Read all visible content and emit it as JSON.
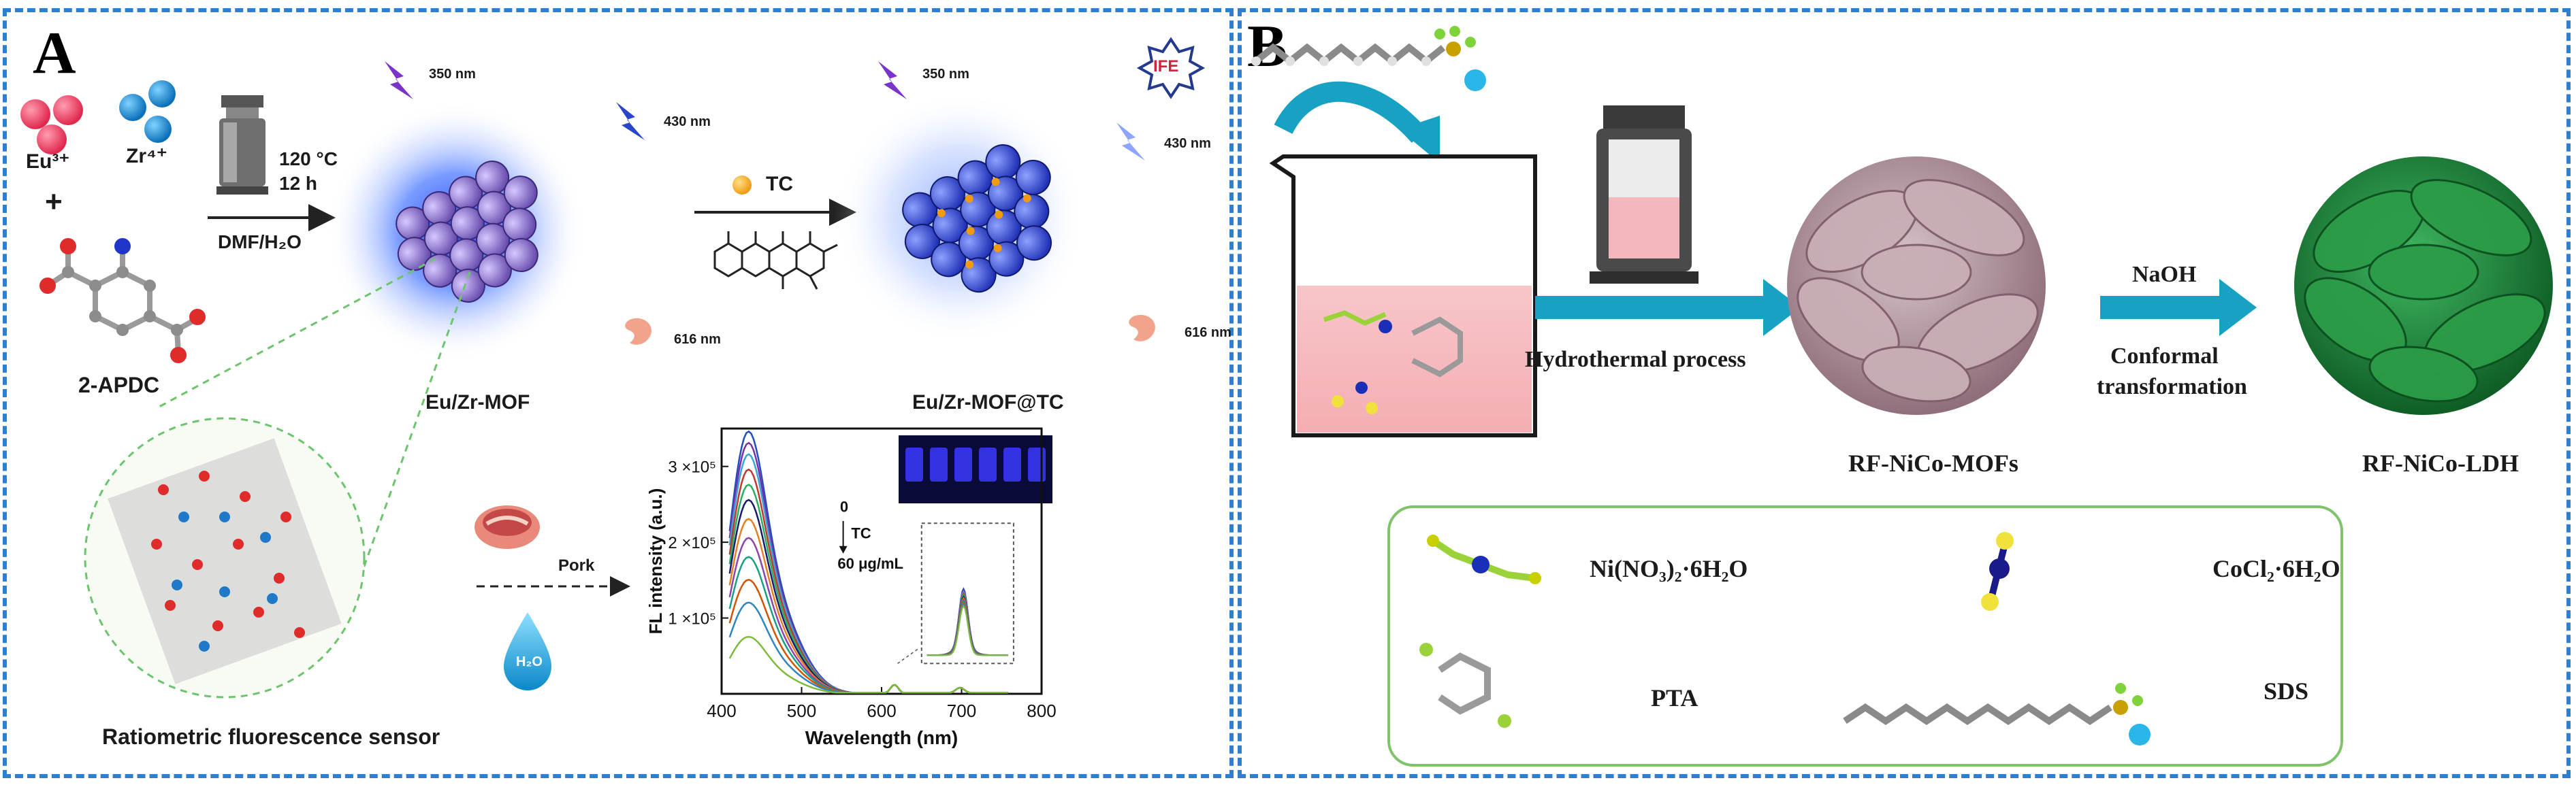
{
  "panel_a": {
    "letter": "A",
    "eu_ion": "Eu³⁺",
    "zr_ion": "Zr⁴⁺",
    "plus": "+",
    "ligand": "2-APDC",
    "temp": "120 °C",
    "time": "12 h",
    "solvent": "DMF/H₂O",
    "wl_350": "350 nm",
    "wl_430": "430 nm",
    "wl_616": "616 nm",
    "mof_label": "Eu/Zr-MOF",
    "tc_label": "TC",
    "ife_badge": "IFE",
    "mof_tc_label": "Eu/Zr-MOF@TC",
    "pork_label": "Pork",
    "water_label": "H₂O",
    "sensor_label": "Ratiometric fluorescence sensor"
  },
  "chart_data": {
    "type": "line",
    "xlabel": "Wavelength (nm)",
    "ylabel": "FL intensity (a.u.)",
    "xlim": [
      400,
      800
    ],
    "ylim": [
      0,
      350000
    ],
    "xticks": [
      "400",
      "500",
      "600",
      "700",
      "800"
    ],
    "yticks": [
      "1 ×10⁵",
      "2 ×10⁵",
      "3 ×10⁵"
    ],
    "annotation_top": "0",
    "annotation_mid": "TC",
    "annotation_bottom": "60 μg/mL",
    "series": [
      {
        "color": "#1f4fbf",
        "peak430": 345000,
        "peak616": 12000,
        "peak698": 8000
      },
      {
        "color": "#7b2fa8",
        "peak430": 330000,
        "peak616": 12000,
        "peak698": 8000
      },
      {
        "color": "#3aa6d8",
        "peak430": 315000,
        "peak616": 12000,
        "peak698": 8000
      },
      {
        "color": "#c0392b",
        "peak430": 295000,
        "peak616": 12000,
        "peak698": 8000
      },
      {
        "color": "#27ae60",
        "peak430": 275000,
        "peak616": 12000,
        "peak698": 8000
      },
      {
        "color": "#1a1a6e",
        "peak430": 255000,
        "peak616": 12000,
        "peak698": 8000
      },
      {
        "color": "#e67e22",
        "peak430": 230000,
        "peak616": 12000,
        "peak698": 8000
      },
      {
        "color": "#8e44ad",
        "peak430": 205000,
        "peak616": 12000,
        "peak698": 8000
      },
      {
        "color": "#16a085",
        "peak430": 180000,
        "peak616": 12000,
        "peak698": 8000
      },
      {
        "color": "#d35400",
        "peak430": 150000,
        "peak616": 12000,
        "peak698": 8000
      },
      {
        "color": "#2e86c1",
        "peak430": 120000,
        "peak616": 12000,
        "peak698": 8000
      },
      {
        "color": "#7dbb3c",
        "peak430": 75000,
        "peak616": 12000,
        "peak698": 8000
      }
    ]
  },
  "panel_b": {
    "letter": "B",
    "process_label": "Hydrothermal process",
    "reagent_label": "NaOH",
    "transform_label_1": "Conformal",
    "transform_label_2": "transformation",
    "mof_label": "RF-NiCo-MOFs",
    "ldh_label": "RF-NiCo-LDH",
    "legend": {
      "ni_salt": "Ni(NO₃)₂·6H₂O",
      "co_salt": "CoCl₂·6H₂O",
      "pta": "PTA",
      "sds": "SDS"
    }
  },
  "colors": {
    "frame": "#2c7fd1",
    "arrow_teal": "#18a0b8",
    "mof_glow": "#2a5bff",
    "ldh_green": "#1f8a3a",
    "mof_pink": "#b79ca6",
    "legend_border": "#7fc46b"
  }
}
